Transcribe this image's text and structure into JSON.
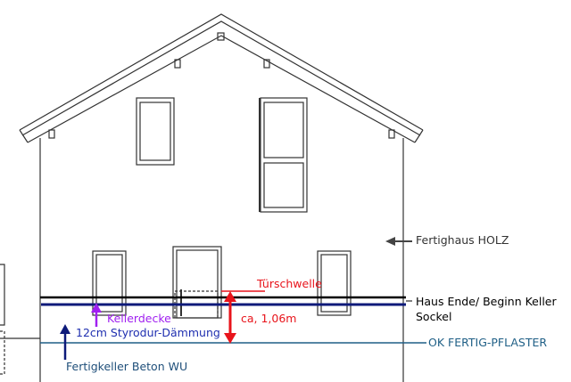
{
  "labels": {
    "fertighaus": "Fertighaus HOLZ",
    "tuerschwelle": "Türschwelle",
    "haus_ende": "Haus Ende/ Beginn Keller",
    "sockel": "Sockel",
    "kellerdecke": "Kellerdecke",
    "hoehe": "ca, 1,06m",
    "daemmung": "12cm Styrodur-Dämmung",
    "pflaster": "OK  FERTIG-PFLASTER",
    "fertigkeller": "Fertigkeller Beton WU"
  },
  "colors": {
    "red": "#e8141b",
    "purple": "#a020f0",
    "navy": "#0d1a7a",
    "steel": "#1f5f86",
    "blue": "#1f2fb0",
    "black": "#000000"
  }
}
